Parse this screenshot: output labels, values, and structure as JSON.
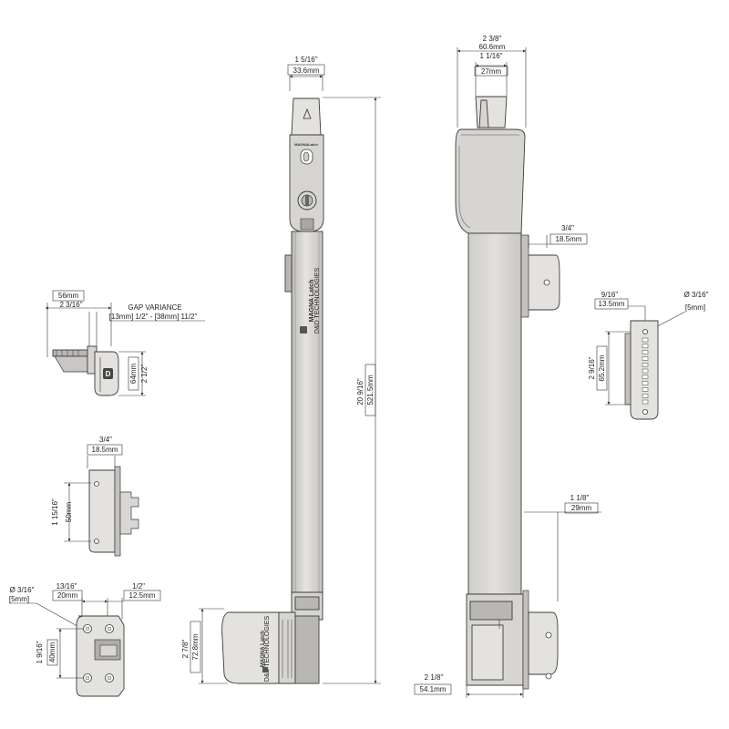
{
  "product": {
    "brand": "MAGNALatch",
    "brand_top": "MAGNA Latch",
    "brand_tagline": "D&D TECHNOLOGIES"
  },
  "dimensions": {
    "top_width_in": "1 5/16\"",
    "top_width_mm": "33.6mm",
    "height_in": "20 9/16\"",
    "height_mm": "521.5mm",
    "side_width_in": "2 3/8\"",
    "side_width_mm": "60.6mm",
    "knob_width_in": "1 1/16\"",
    "knob_width_mm": "27mm",
    "side_bracket_in": "3/4\"",
    "side_bracket_mm": "18.5mm",
    "side_lower_in": "1 1/8\"",
    "side_lower_mm": "29mm",
    "base_width_in": "2 1/8\"",
    "base_width_mm": "54.1mm",
    "magnet_height_in": "2 7/8\"",
    "magnet_height_mm": "72.8mm",
    "plate_width_in": "9/16\"",
    "plate_width_mm": "13.5mm",
    "plate_hole_in": "Ø 3/16\"",
    "plate_hole_mm": "[5mm]",
    "plate_height_in": "2 9/16\"",
    "plate_height_mm": "65.2mm",
    "gap_title": "GAP VARIANCE",
    "gap_range": "[13mm] 1/2\" - [38mm] 11/2\"",
    "gap_left_mm": "56mm",
    "gap_left_in": "2 3/16\"",
    "gap_height_mm": "64mm",
    "gap_height_in": "2 1/2\"",
    "bracket_width_in": "3/4\"",
    "bracket_width_mm": "18.5mm",
    "bracket_height_in": "1 15/16\"",
    "bracket_height_mm": "50mm",
    "base_hole_in": "Ø 3/16\"",
    "base_hole_mm": "[5mm]",
    "base_spacing_in": "13/16\"",
    "base_spacing_mm": "20mm",
    "base_offset_in": "1/2\"",
    "base_offset_mm": "12.5mm",
    "base_height_in": "1 9/16\"",
    "base_height_mm": "40mm"
  }
}
